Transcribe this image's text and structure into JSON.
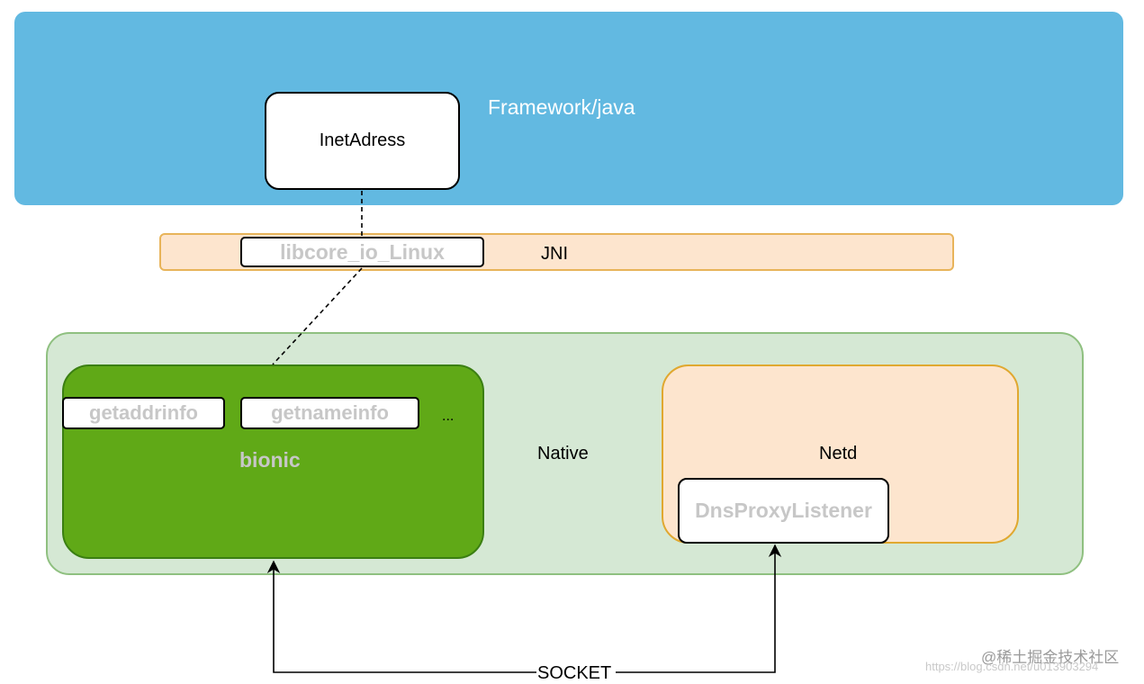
{
  "layers": {
    "framework": {
      "label": "Framework/java"
    },
    "jni": {
      "label": "JNI"
    },
    "native": {
      "label": "Native"
    }
  },
  "nodes": {
    "inetaddress": "InetAdress",
    "libcore": "libcore_io_Linux",
    "bionic": "bionic",
    "getaddrinfo": "getaddrinfo",
    "getnameinfo": "getnameinfo",
    "ellipsis": "...",
    "netd": "Netd",
    "dnsproxy": "DnsProxyListener"
  },
  "edges": {
    "socket": "SOCKET"
  },
  "watermark": {
    "brand": "@稀土掘金技术社区",
    "url": "https://blog.csdn.net/u013903294"
  },
  "colors": {
    "framework": "#62b9e1",
    "jni": "#fde5ce",
    "native": "#d5e8d4",
    "bionic": "#60a917",
    "netd": "#fde5ce"
  }
}
